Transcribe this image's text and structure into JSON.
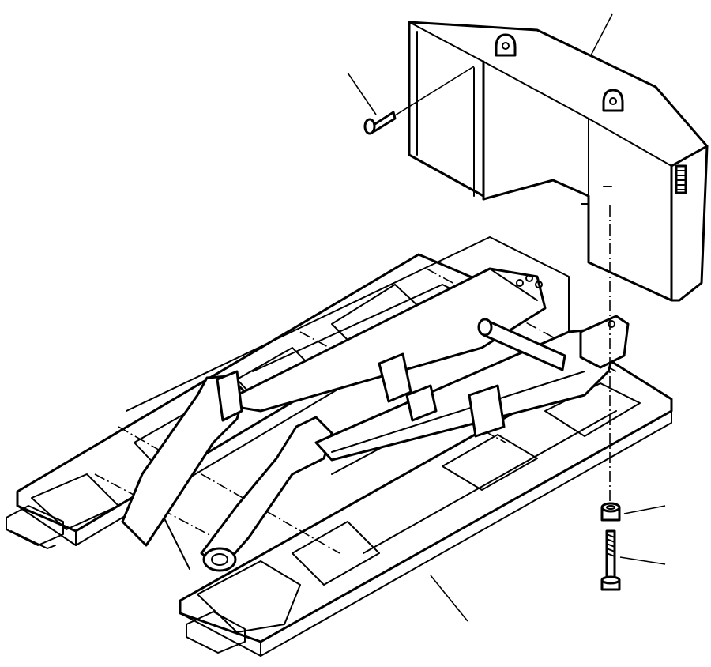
{
  "diagram": {
    "parts": [
      {
        "id": "counterweight",
        "icon": "counterweight-block-icon"
      },
      {
        "id": "screw-cap",
        "icon": "screw-cap-icon"
      },
      {
        "id": "nut",
        "icon": "hex-nut-icon"
      },
      {
        "id": "bolt",
        "icon": "bolt-icon"
      },
      {
        "id": "main-frame",
        "icon": "main-frame-icon"
      }
    ],
    "leaders": [
      "counterweight",
      "screw-cap",
      "nut",
      "bolt",
      "main-frame"
    ]
  }
}
